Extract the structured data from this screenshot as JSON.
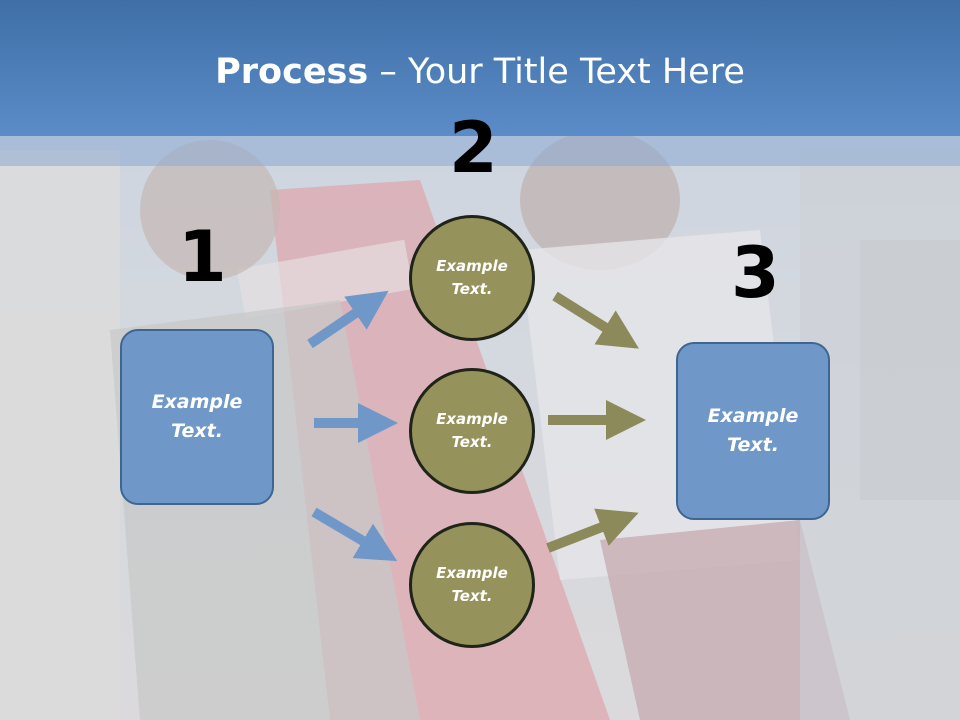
{
  "slide": {
    "title_bold": "Process",
    "title_rest": " – Your Title Text Here"
  },
  "numbers": [
    "1",
    "2",
    "3"
  ],
  "left_box": {
    "text_line1": "Example",
    "text_line2": "Text."
  },
  "right_box": {
    "text_line1": "Example",
    "text_line2": "Text."
  },
  "circles": [
    {
      "line1": "Example",
      "line2": "Text."
    },
    {
      "line1": "Example",
      "line2": "Text."
    },
    {
      "line1": "Example",
      "line2": "Text."
    }
  ],
  "colors": {
    "title_bar": "#5b8cc8",
    "box_fill": "#6f98c8",
    "circle_fill": "#95925c",
    "arrow_blue": "#6f98c8",
    "arrow_olive": "#8c8a5a"
  }
}
